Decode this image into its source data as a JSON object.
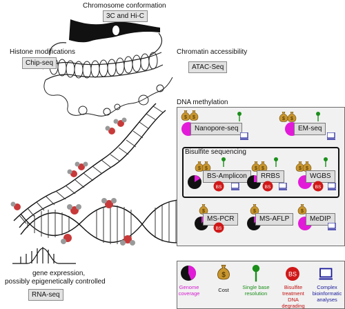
{
  "labels": {
    "chromosome_conformation": "Chromosome conformation",
    "chromosome_method": "3C and Hi-C",
    "histone_modifications": "Histone modifications",
    "histone_method": "Chip-seq",
    "chromatin_accessibility": "Chromatin accessibility",
    "chromatin_method": "ATAC-Seq",
    "gene_expression_line1": "gene expression,",
    "gene_expression_line2": "possibly epigenetically controlled",
    "rna_method": "RNA-seq"
  },
  "dna_methylation": {
    "title": "DNA methylation",
    "methods": {
      "nanopore": "Nanopore-seq",
      "em": "EM-seq",
      "bs_amplicon": "BS-Amplicon",
      "rrbs": "RRBS",
      "wgbs": "WGBS",
      "ms_pcr": "MS-PCR",
      "ms_aflp": "MS-AFLP",
      "medip": "MeDIP"
    },
    "bisulfite_title": "Bisulfite sequencing",
    "bs_badge": "BS",
    "cost_symbol": "$"
  },
  "legend": {
    "genome_coverage": [
      "Genome",
      "coverage"
    ],
    "cost": "Cost",
    "single_base": [
      "Single base",
      "resolution"
    ],
    "bisulfite": [
      "Bisulfite",
      "treatment",
      "DNA degrading"
    ],
    "complex": [
      "Complex",
      "bioinformatic",
      "analyses"
    ]
  },
  "colors": {
    "coverage": "#e21bd9",
    "coverage_dark": "#111111",
    "resolution": "#1a8f1a",
    "bisulfite": "#d01818",
    "bisulfite_text_legend": "#c01010",
    "computer": "#1a1a9a",
    "moneybag": "#b8862e"
  }
}
